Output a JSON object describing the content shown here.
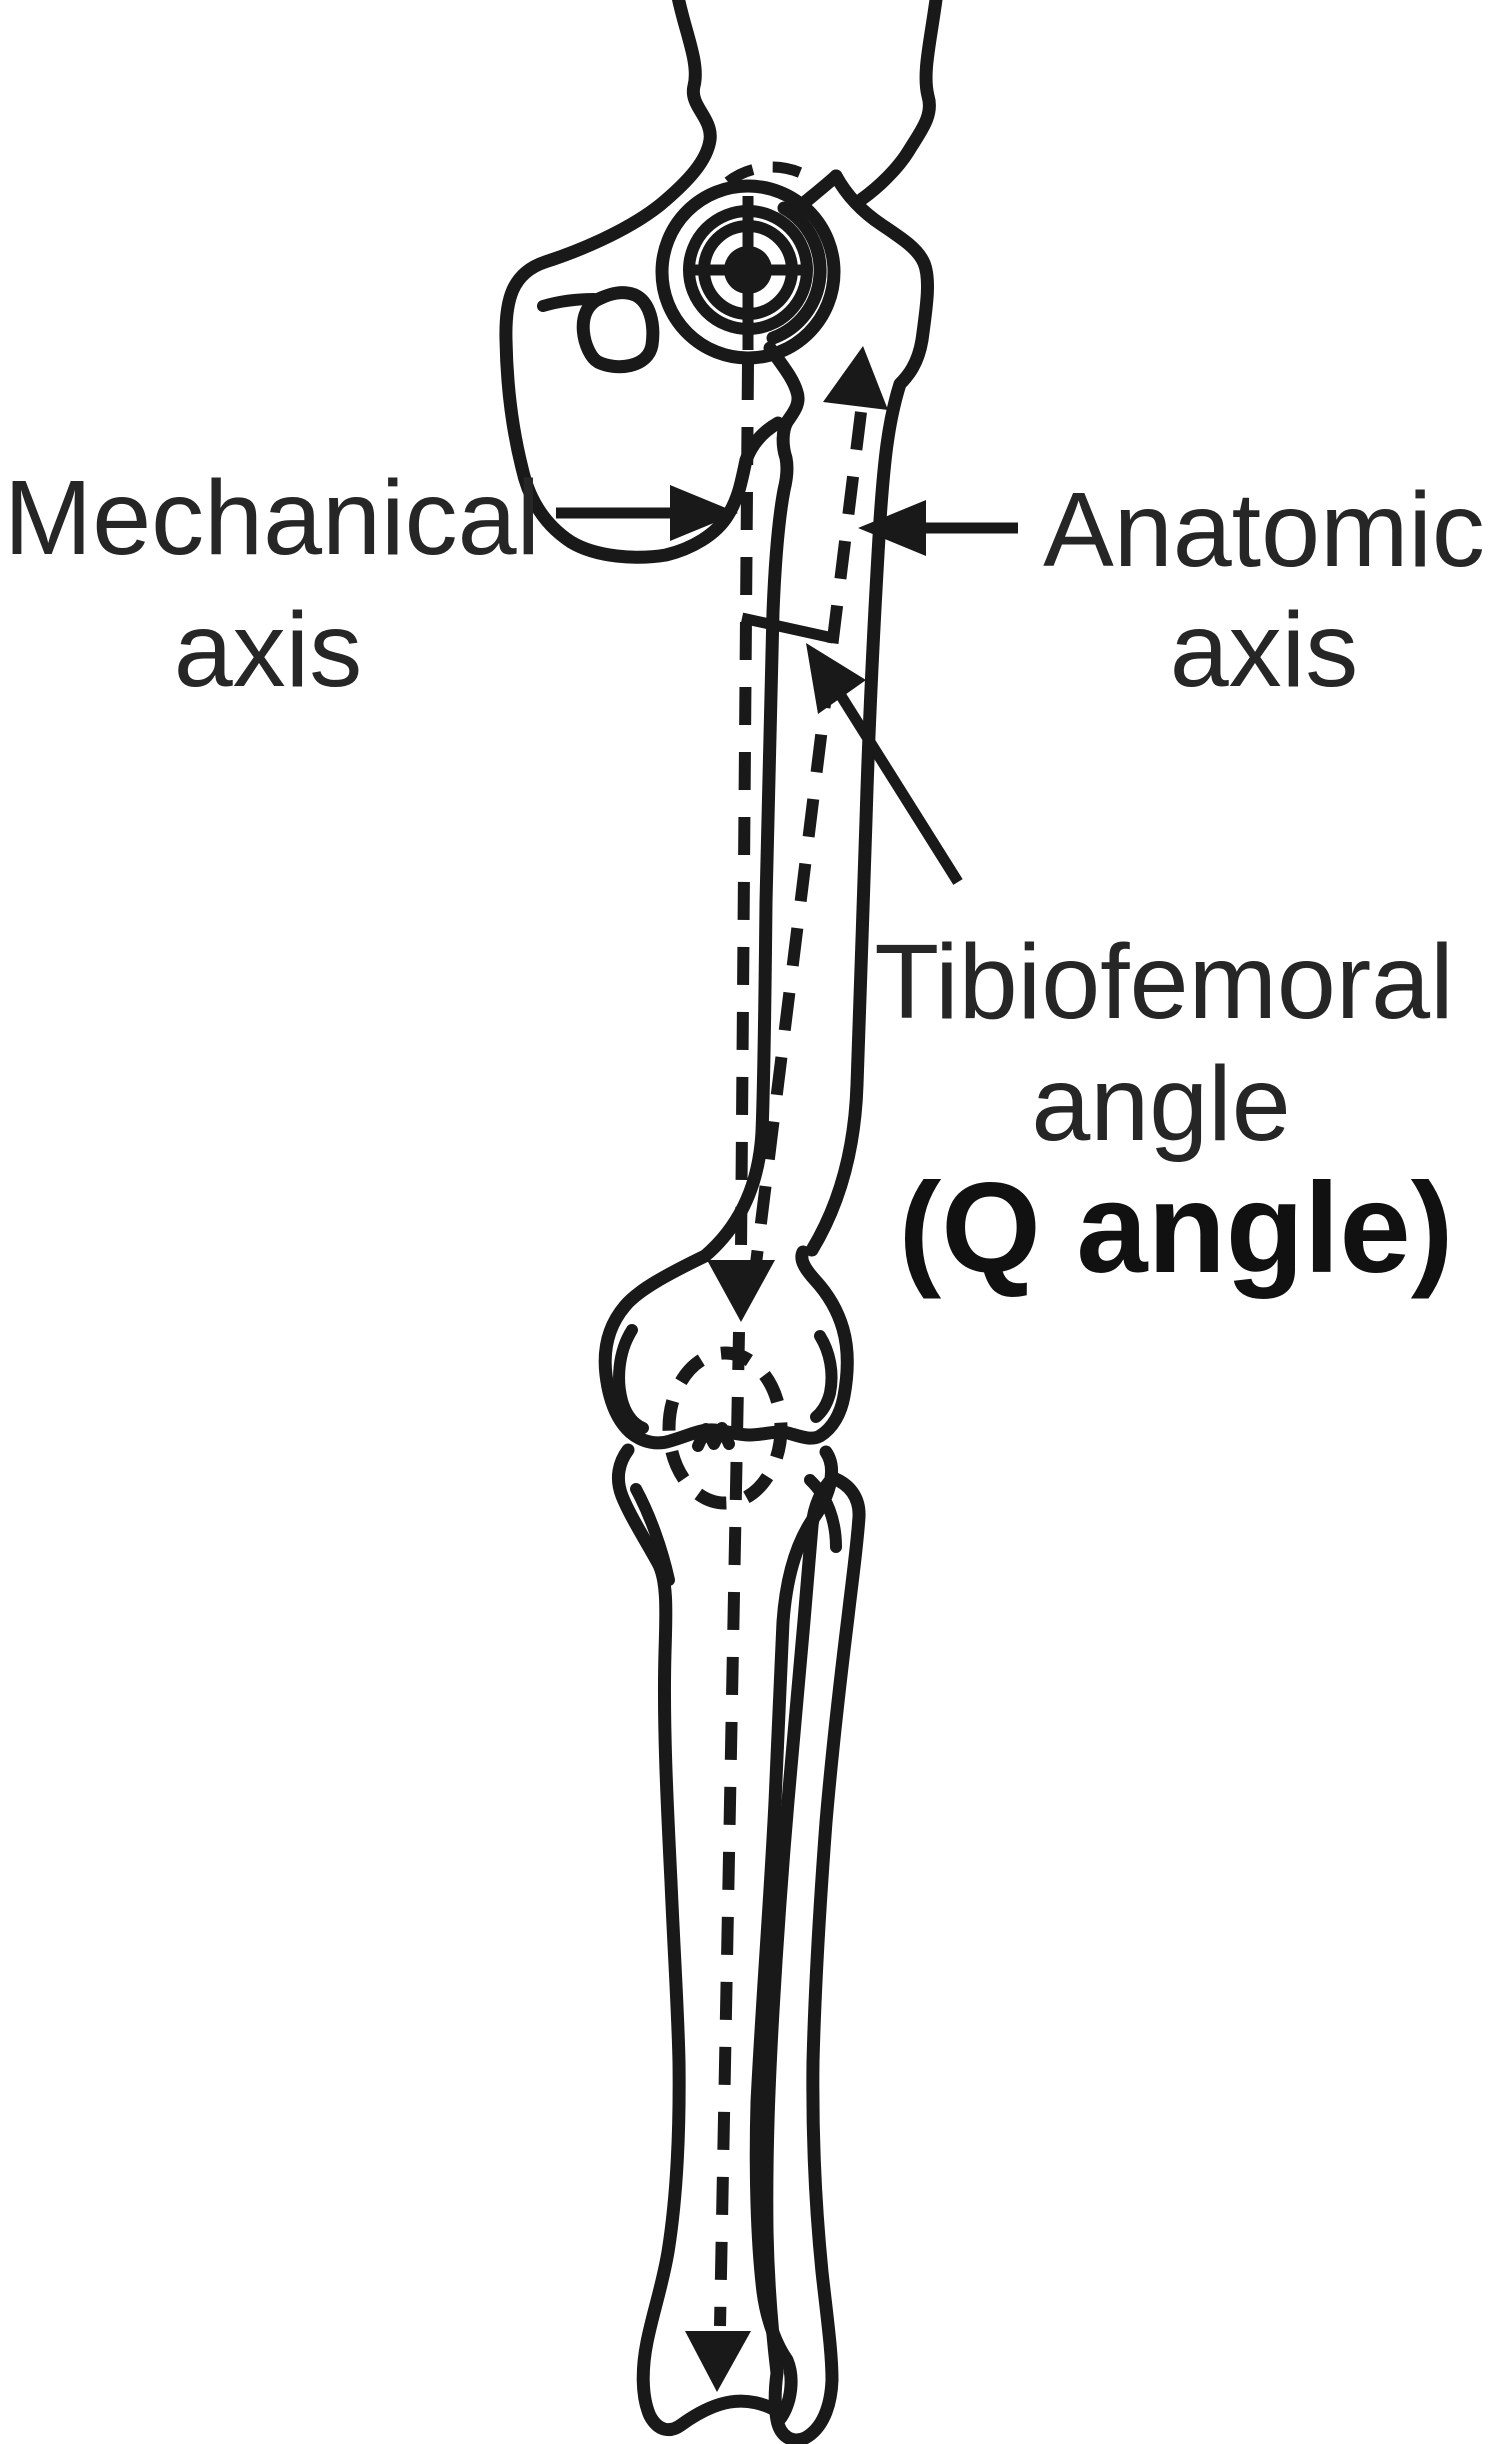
{
  "figure": {
    "title_present": false,
    "background_color": "#ffffff",
    "line_color": "#191919",
    "text_color": "#262626",
    "labels": {
      "mechanical_axis": {
        "line1": "Mechanical",
        "line2": "axis"
      },
      "anatomic_axis": {
        "line1": "Anatomic",
        "line2": "axis"
      },
      "tibiofemoral_angle": {
        "line1": "Tibiofemoral",
        "line2": "angle",
        "line3": "(Q angle)"
      }
    },
    "markers": {
      "hip_marker": "hip-joint-center-bullseye",
      "knee_marker": "knee-center-dashed-ellipse",
      "axis_line_style": "dashed",
      "arrow_style": "solid-black-triangle"
    },
    "depicted_bones": [
      "pelvis",
      "femur",
      "tibia",
      "fibula"
    ]
  }
}
